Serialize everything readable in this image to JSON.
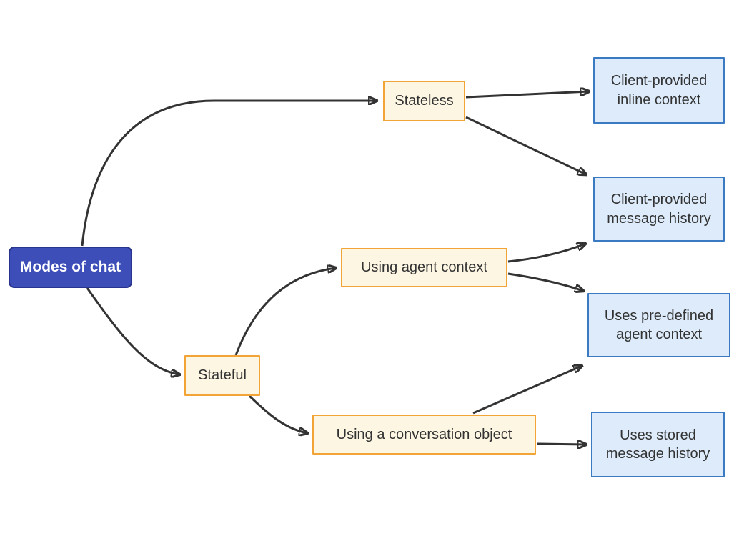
{
  "diagram": {
    "type": "flowchart",
    "direction": "left-to-right",
    "nodes": {
      "root": {
        "label": "Modes of chat",
        "role": "root"
      },
      "stateless": {
        "label": "Stateless",
        "role": "branch"
      },
      "stateful": {
        "label": "Stateful",
        "role": "branch"
      },
      "agent_context": {
        "label": "Using agent context",
        "role": "branch"
      },
      "conversation": {
        "label": "Using a conversation object",
        "role": "branch"
      },
      "inline_context": {
        "label": "Client-provided inline context",
        "role": "leaf"
      },
      "message_history": {
        "label": "Client-provided message history",
        "role": "leaf"
      },
      "predefined_context": {
        "label": "Uses pre-defined agent context",
        "role": "leaf"
      },
      "stored_history": {
        "label": "Uses stored message history",
        "role": "leaf"
      }
    },
    "edges": [
      {
        "from": "root",
        "to": "stateless"
      },
      {
        "from": "root",
        "to": "stateful"
      },
      {
        "from": "stateless",
        "to": "inline_context"
      },
      {
        "from": "stateless",
        "to": "message_history"
      },
      {
        "from": "stateful",
        "to": "agent_context"
      },
      {
        "from": "stateful",
        "to": "conversation"
      },
      {
        "from": "agent_context",
        "to": "message_history"
      },
      {
        "from": "agent_context",
        "to": "predefined_context"
      },
      {
        "from": "conversation",
        "to": "predefined_context"
      },
      {
        "from": "conversation",
        "to": "stored_history"
      }
    ],
    "colors": {
      "root_fill": "#3e4eb8",
      "root_border": "#28348e",
      "root_text": "#ffffff",
      "branch_fill": "#fdf6e3",
      "branch_border": "#f2a436",
      "leaf_fill": "#ddebfa",
      "leaf_border": "#3a7ac2",
      "edge": "#333333",
      "text": "#333333",
      "background": "#ffffff"
    }
  }
}
